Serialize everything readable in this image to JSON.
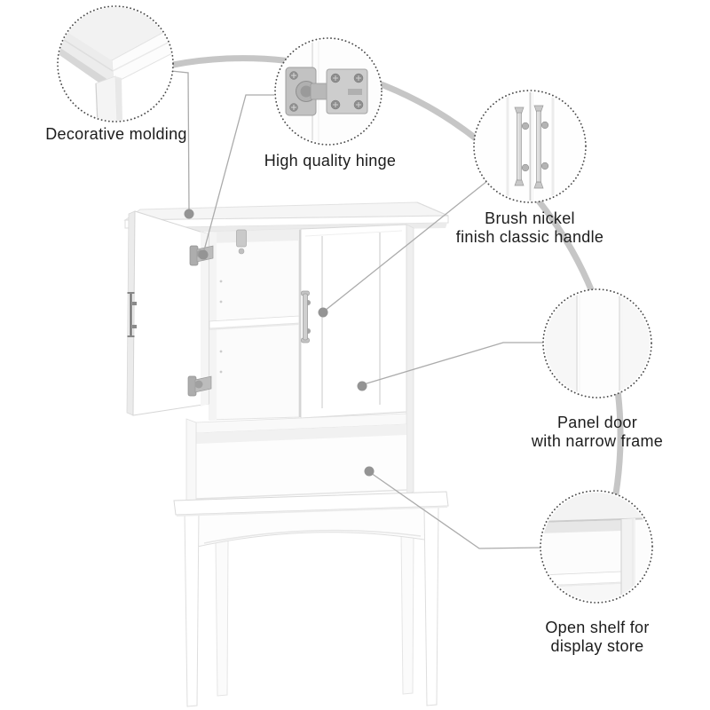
{
  "callouts": {
    "molding": {
      "label": "Decorative molding"
    },
    "hinge": {
      "label": "High quality hinge"
    },
    "handle": {
      "line1": "Brush nickel",
      "line2": "finish classic handle"
    },
    "panel": {
      "line1": "Panel door",
      "line2": "with narrow frame"
    },
    "shelf": {
      "line1": "Open shelf for",
      "line2": "display store"
    }
  },
  "colors": {
    "label_text": "#1c1c1c",
    "dotted_ring": "#4c4c4c",
    "arc": "#c6c6c6",
    "leader": "#ababab",
    "marker_dot": "#949494",
    "metal": "#b5b5b5",
    "cabinet_line": "#d8d8d8"
  }
}
